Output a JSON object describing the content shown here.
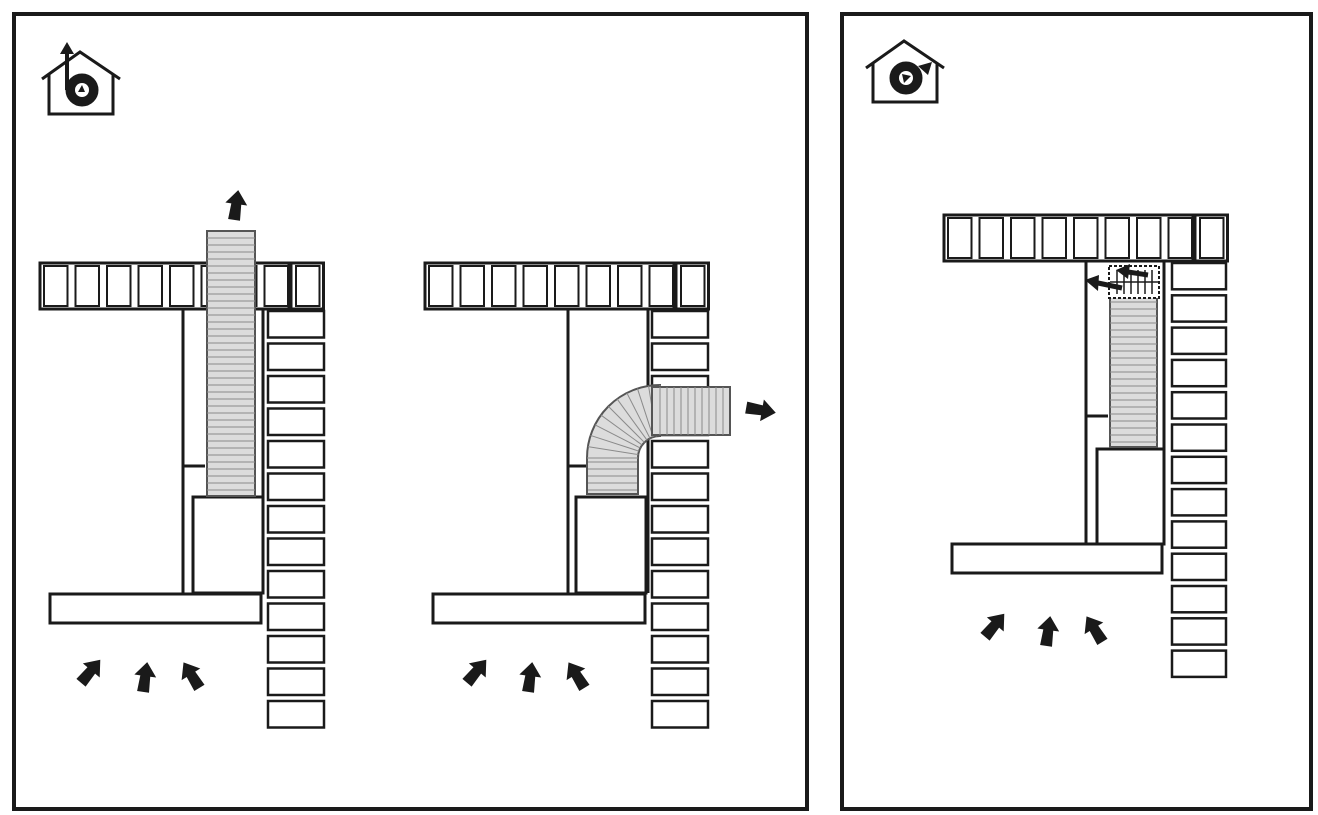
{
  "panels": [
    {
      "id": "ducted-extraction",
      "icon": "ducted-exhaust-house-icon",
      "variants": [
        "vertical-duct-through-ceiling",
        "elbow-duct-through-wall"
      ]
    },
    {
      "id": "recirculation",
      "icon": "recirculation-house-icon",
      "variants": [
        "recirculating-filter"
      ]
    }
  ],
  "colors": {
    "stroke": "#1a1a1a",
    "duct_fill": "#dcdcdc",
    "background": "#ffffff"
  }
}
